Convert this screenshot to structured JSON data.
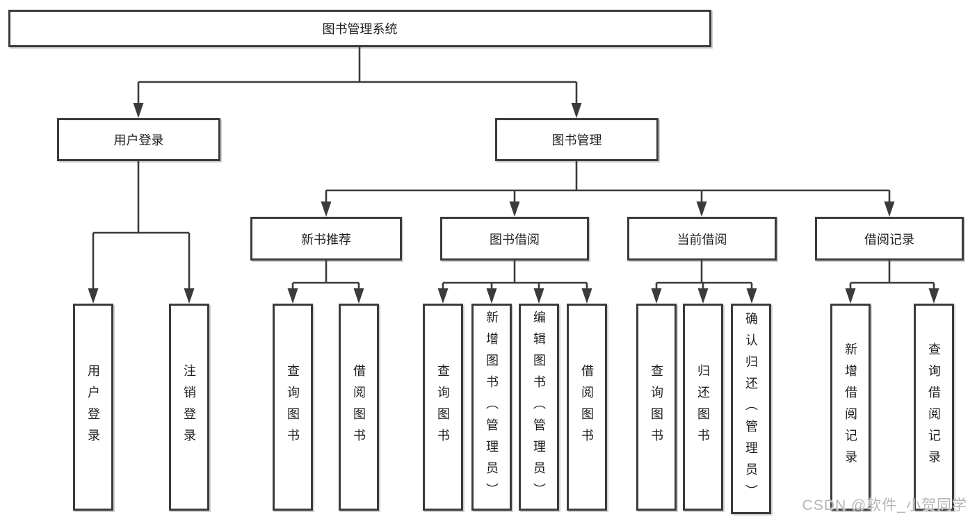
{
  "tree": {
    "label": "图书管理系统",
    "children": [
      {
        "label": "用户登录",
        "children": [
          {
            "label": "用户登录"
          },
          {
            "label": "注销登录"
          }
        ]
      },
      {
        "label": "图书管理",
        "children": [
          {
            "label": "新书推荐",
            "children": [
              {
                "label": "查询图书"
              },
              {
                "label": "借阅图书"
              }
            ]
          },
          {
            "label": "图书借阅",
            "children": [
              {
                "label": "查询图书"
              },
              {
                "label": "新增图书（管理员）"
              },
              {
                "label": "编辑图书（管理员）"
              },
              {
                "label": "借阅图书"
              }
            ]
          },
          {
            "label": "当前借阅",
            "children": [
              {
                "label": "查询图书"
              },
              {
                "label": "归还图书"
              },
              {
                "label": "确认归还（管理员）"
              }
            ]
          },
          {
            "label": "借阅记录",
            "children": [
              {
                "label": "新增借阅记录"
              },
              {
                "label": "查询借阅记录"
              }
            ]
          }
        ]
      }
    ]
  },
  "watermark": "CSDN @软件_小贺同学",
  "colors": {
    "line": "#3b3b3b",
    "text": "#1f1f1f",
    "watermark": "#b3b6b8",
    "background": "#ffffff"
  }
}
